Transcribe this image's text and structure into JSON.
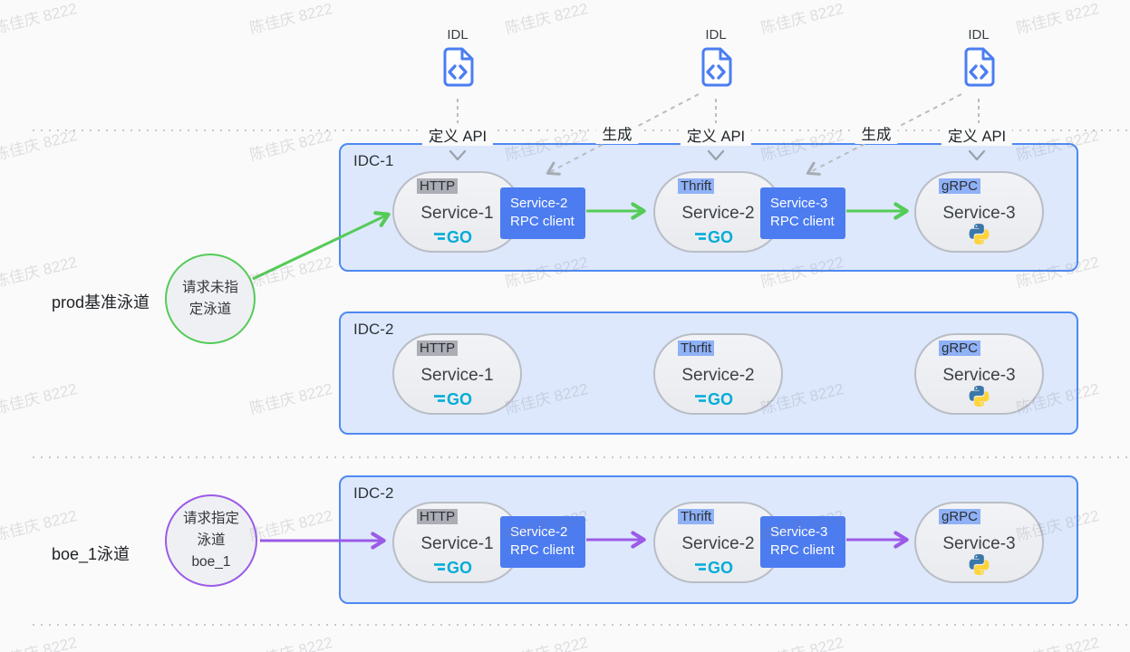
{
  "watermark_text": "陈佳庆 8222",
  "top": {
    "idl_label": "IDL",
    "define_api_label": "定义 API",
    "generate_label": "生成"
  },
  "logos": {
    "go": "GO"
  },
  "lanes": [
    {
      "label": "prod基准泳道",
      "circle_lines": [
        "请求未指",
        "定泳道"
      ],
      "color": "#55cb58"
    },
    {
      "label": "boe_1泳道",
      "circle_lines": [
        "请求指定",
        "泳道",
        "boe_1"
      ],
      "color": "#9b5be6"
    }
  ],
  "clusters": [
    {
      "title": "IDC-1",
      "services": [
        {
          "protocol": "HTTP",
          "name": "Service-1",
          "runtime": "go",
          "rpc_client": [
            "Service-2",
            "RPC client"
          ]
        },
        {
          "protocol": "Thrift",
          "name": "Service-2",
          "runtime": "go",
          "rpc_client": [
            "Service-3",
            "RPC client"
          ]
        },
        {
          "protocol": "gRPC",
          "name": "Service-3",
          "runtime": "python"
        }
      ]
    },
    {
      "title": "IDC-2",
      "services": [
        {
          "protocol": "HTTP",
          "name": "Service-1",
          "runtime": "go"
        },
        {
          "protocol": "Thrfit",
          "name": "Service-2",
          "runtime": "go"
        },
        {
          "protocol": "gRPC",
          "name": "Service-3",
          "runtime": "python"
        }
      ]
    },
    {
      "title": "IDC-2",
      "services": [
        {
          "protocol": "HTTP",
          "name": "Service-1",
          "runtime": "go",
          "rpc_client": [
            "Service-2",
            "RPC client"
          ]
        },
        {
          "protocol": "Thrift",
          "name": "Service-2",
          "runtime": "go",
          "rpc_client": [
            "Service-3",
            "RPC client"
          ]
        },
        {
          "protocol": "gRPC",
          "name": "Service-3",
          "runtime": "python"
        }
      ]
    }
  ],
  "colors": {
    "cluster_border": "#4f8af2",
    "cluster_fill": "#dde8fc",
    "rpc_box": "#4c7cf0",
    "idl_blue": "#4b7df2",
    "go_cyan": "#00acd7",
    "python_blue": "#3b77a8",
    "python_yellow": "#ffd43b",
    "lane_green": "#55cb58",
    "lane_purple": "#9b5be6"
  }
}
